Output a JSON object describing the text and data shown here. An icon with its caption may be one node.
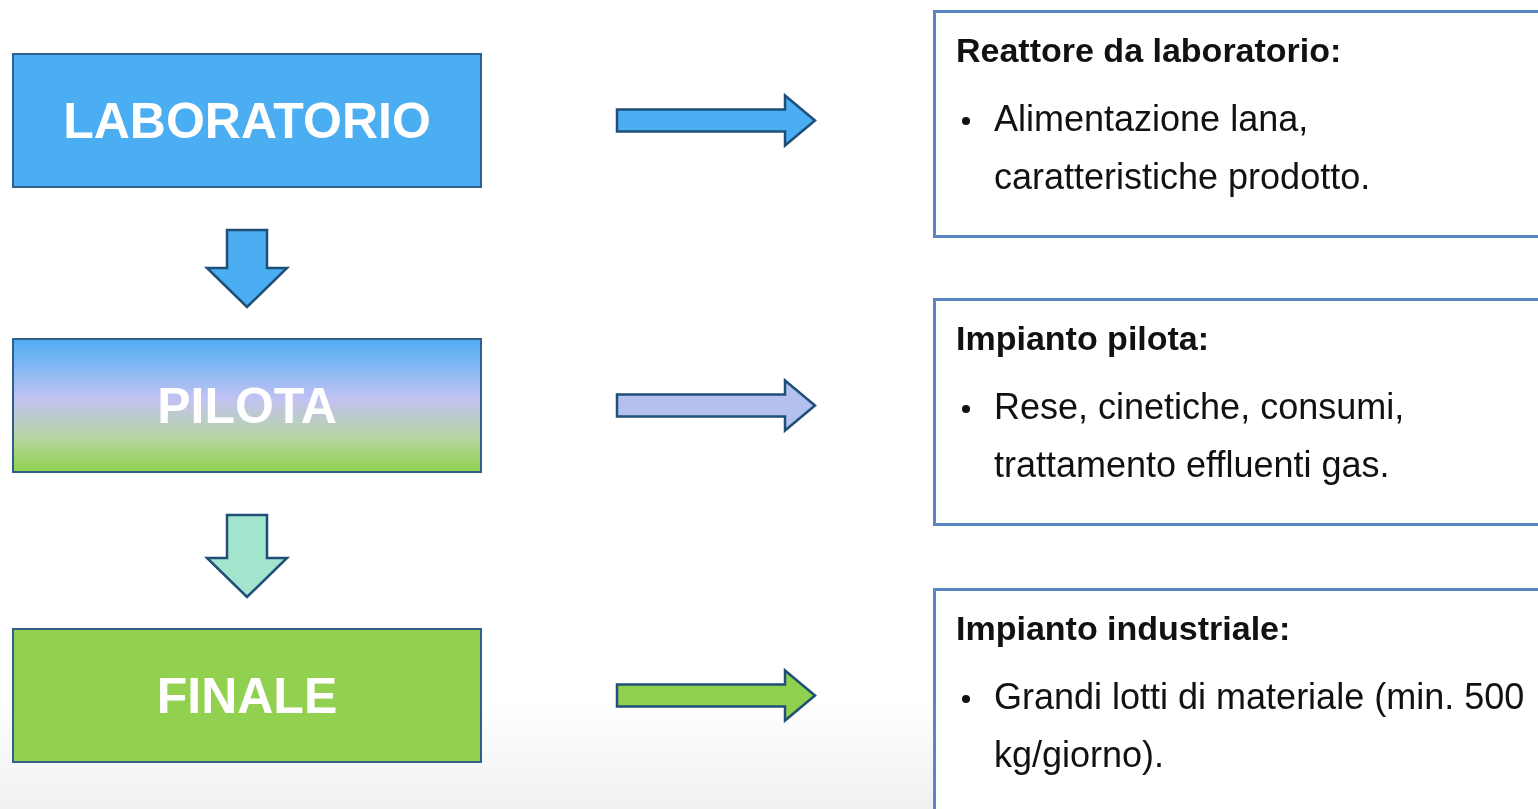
{
  "diagram": {
    "nodes": [
      {
        "text": [
          "LABORATORIO"
        ]
      },
      {
        "text": [
          "PILOTA"
        ]
      },
      {
        "text": [
          "FINALE"
        ]
      },
      {
        "text": [
          "Reattore da laboratorio:",
          "Alimentazione lana, caratteristiche prodotto."
        ]
      },
      {
        "text": [
          "Impianto pilota:",
          "Rese, cinetiche, consumi, trattamento effluenti gas."
        ]
      },
      {
        "text": [
          "Impianto industriale:",
          "Grandi lotti di materiale (min. 500 kg/giorno)."
        ]
      }
    ],
    "edges": [
      {
        "from": 0,
        "to": 1,
        "arrow": "to",
        "style": "thick",
        "color": "#4badf2"
      },
      {
        "from": 1,
        "to": 2,
        "arrow": "to",
        "style": "thick",
        "color": "#a3e4cc"
      },
      {
        "from": 0,
        "to": 3,
        "arrow": "to",
        "style": "thick",
        "color": "#4badf2"
      },
      {
        "from": 1,
        "to": 4,
        "arrow": "to",
        "style": "thick",
        "color": "#b4c0ee"
      },
      {
        "from": 2,
        "to": 5,
        "arrow": "to",
        "style": "thick",
        "color": "#8fd14f"
      }
    ]
  }
}
